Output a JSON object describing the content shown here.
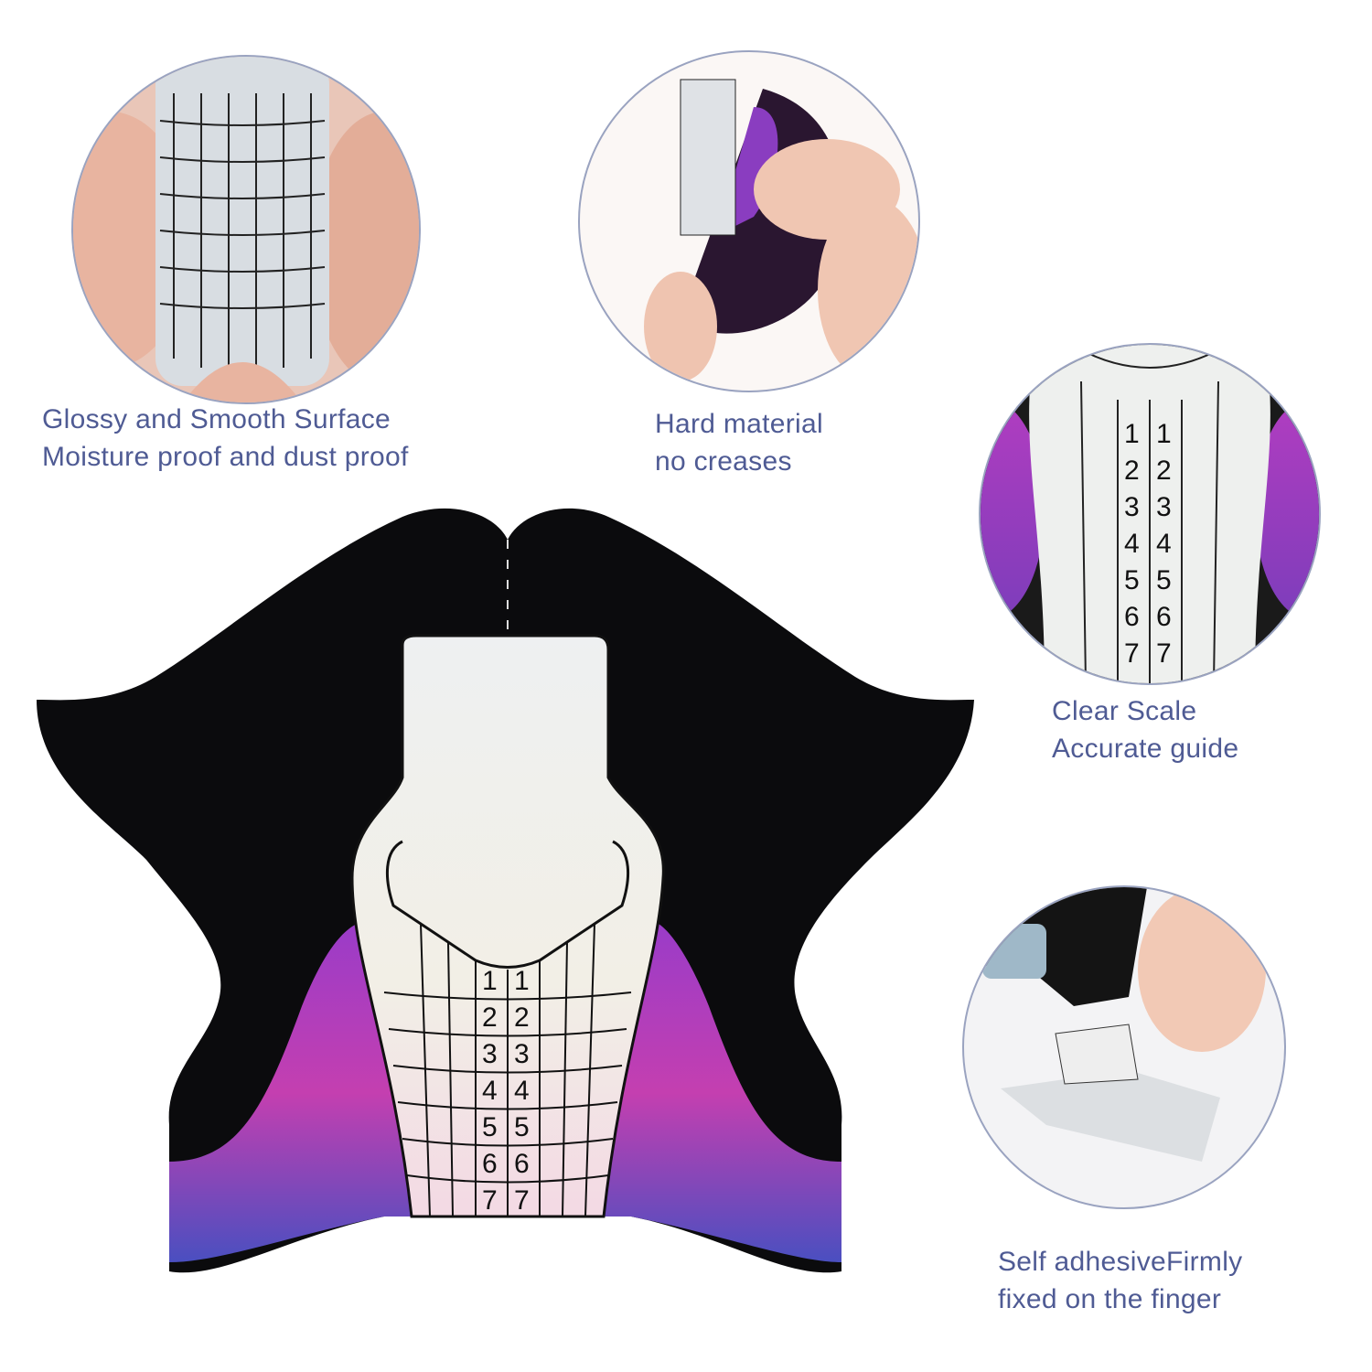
{
  "features": [
    {
      "line1": "Glossy and Smooth Surface",
      "line2": "Moisture proof and dust proof"
    },
    {
      "line1": "Hard material",
      "line2": "no creases"
    },
    {
      "line1": "Clear Scale",
      "line2": "Accurate guide"
    },
    {
      "line1": "Self adhesiveFirmly",
      "line2": "fixed on the finger"
    }
  ],
  "scale_numbers": [
    "1",
    "2",
    "3",
    "4",
    "5",
    "6",
    "7"
  ],
  "colors": {
    "caption": "#4f5b94",
    "form_black": "#0b0b0d",
    "purple": "#a33bb8",
    "blue": "#4a4fc0"
  }
}
